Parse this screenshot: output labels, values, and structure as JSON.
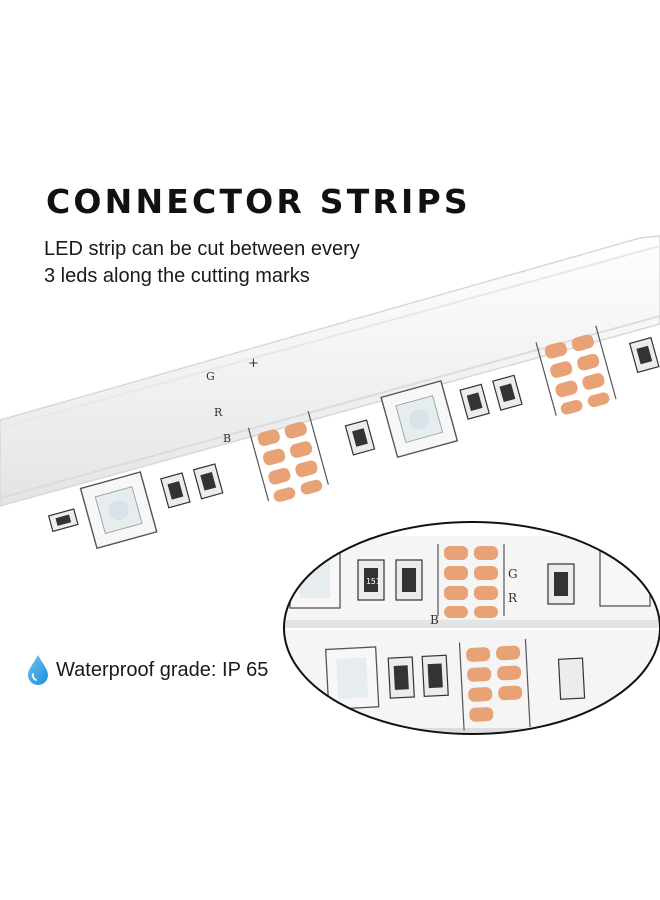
{
  "heading": "CONNECTOR STRIPS",
  "subtitle": {
    "line1": "LED strip can be cut between every",
    "line2": "3 leds along the cutting marks"
  },
  "feature": {
    "icon": "water-drop-icon",
    "text": "Waterproof grade: IP 65"
  },
  "strip_labels": {
    "plus": "+",
    "g": "G",
    "r": "R",
    "b": "B",
    "resistor": "151"
  },
  "colors": {
    "pad": "#e9a276",
    "strip": "#f4f4f4",
    "drop": "#1e8fd6",
    "text": "#111111"
  }
}
